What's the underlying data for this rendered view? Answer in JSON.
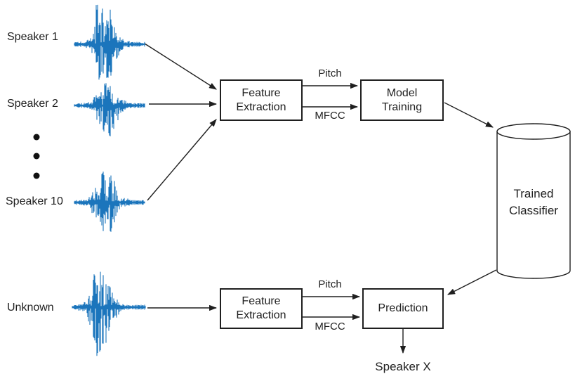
{
  "diagram": {
    "speakers": [
      "Speaker 1",
      "Speaker 2",
      "Speaker 10"
    ],
    "unknown_label": "Unknown",
    "boxes": {
      "feature_extraction_top": "Feature\nExtraction",
      "model_training": "Model\nTraining",
      "feature_extraction_bottom": "Feature\nExtraction",
      "prediction": "Prediction",
      "trained_classifier": "Trained\nClassifier"
    },
    "arrow_labels": {
      "pitch_top": "Pitch",
      "mfcc_top": "MFCC",
      "pitch_bottom": "Pitch",
      "mfcc_bottom": "MFCC"
    },
    "output_label": "Speaker X",
    "colors": {
      "waveform": "#1b75bc",
      "line": "#1f1f1f",
      "background": "#ffffff"
    }
  }
}
